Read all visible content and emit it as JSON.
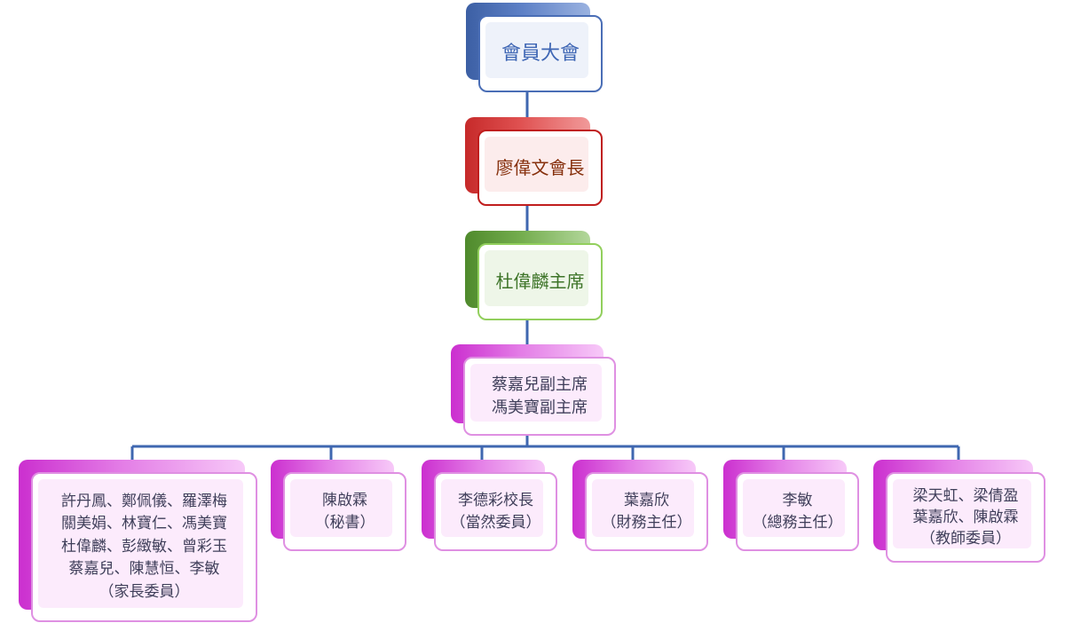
{
  "colors": {
    "connector": "#3f67b0",
    "blue_accent": "#4a6eb6",
    "red_accent": "#c01e1e",
    "green_accent": "#92cf5d",
    "magenta_accent": "#df90e2"
  },
  "nodes": {
    "general_assembly": {
      "lines": [
        "會員大會"
      ]
    },
    "president": {
      "lines": [
        "廖偉文會長"
      ]
    },
    "chairman": {
      "lines": [
        "杜偉麟主席"
      ]
    },
    "vice_chairs": {
      "lines": [
        "蔡嘉兒副主席",
        "馮美寶副主席"
      ]
    },
    "parent_members": {
      "lines": [
        "許丹鳳、鄭佩儀、羅澤梅",
        "關美娟、林寶仁、馮美寶",
        "杜偉麟、彭緻敏、曾彩玉",
        "蔡嘉兒、陳慧恒、李敏",
        "（家長委員）"
      ]
    },
    "secretary": {
      "lines": [
        "陳啟霖",
        "（秘書）"
      ]
    },
    "principal": {
      "lines": [
        "李德彩校長",
        "（當然委員）"
      ]
    },
    "treasurer": {
      "lines": [
        "葉嘉欣",
        "（財務主任）"
      ]
    },
    "general_affairs": {
      "lines": [
        "李敏",
        "（總務主任）"
      ]
    },
    "teacher_members": {
      "lines": [
        "梁天虹、梁倩盈",
        "葉嘉欣、陳啟霖",
        "（教師委員）"
      ]
    }
  }
}
